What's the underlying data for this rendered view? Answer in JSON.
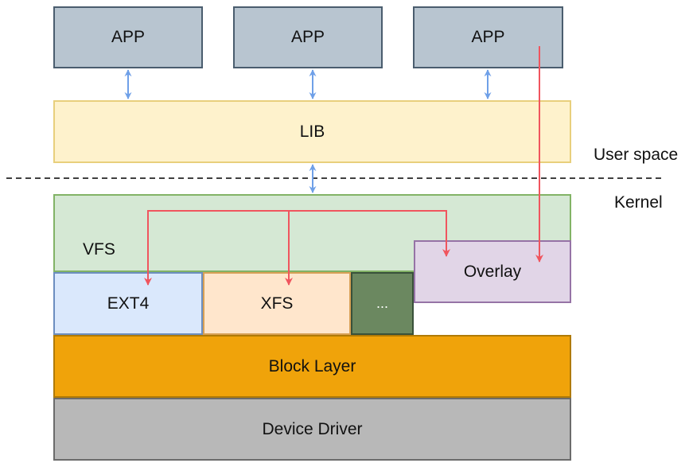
{
  "apps": [
    "APP",
    "APP",
    "APP"
  ],
  "lib": "LIB",
  "vfs": "VFS",
  "overlay": "Overlay",
  "filesystems": {
    "ext4": "EXT4",
    "xfs": "XFS",
    "more": "..."
  },
  "block_layer": "Block Layer",
  "device_driver": "Device Driver",
  "labels": {
    "user_space": "User space",
    "kernel": "Kernel"
  },
  "colors": {
    "double_arrow": "#6fa0e8",
    "red_arrow": "#f0555e",
    "dashed_line": "#000000"
  }
}
